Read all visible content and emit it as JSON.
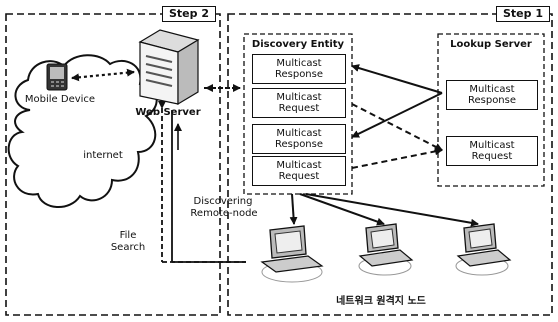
{
  "step2_label": "Step 2",
  "step1_label": "Step 1",
  "discovery_entity_title": "Discovery Entity",
  "lookup_server_title": "Lookup Server",
  "mobile_device_label": "Mobile Device",
  "web_server_label": "Web Server",
  "internet_label": "internet",
  "file_search_line1": "File",
  "file_search_line2": "Search",
  "discovering_line1": "Discovering",
  "discovering_line2": "Remote-node",
  "remote_nodes_label": "네트워크 원격지 노드",
  "de_box1_line1": "Multicast",
  "de_box1_line2": "Response",
  "de_box2_line1": "Multicast",
  "de_box2_line2": "Request",
  "de_box3_line1": "Multicast",
  "de_box3_line2": "Response",
  "de_box4_line1": "Multicast",
  "de_box4_line2": "Request",
  "ls_box1_line1": "Multicast",
  "ls_box1_line2": "Response",
  "ls_box2_line1": "Multicast",
  "ls_box2_line2": "Request"
}
